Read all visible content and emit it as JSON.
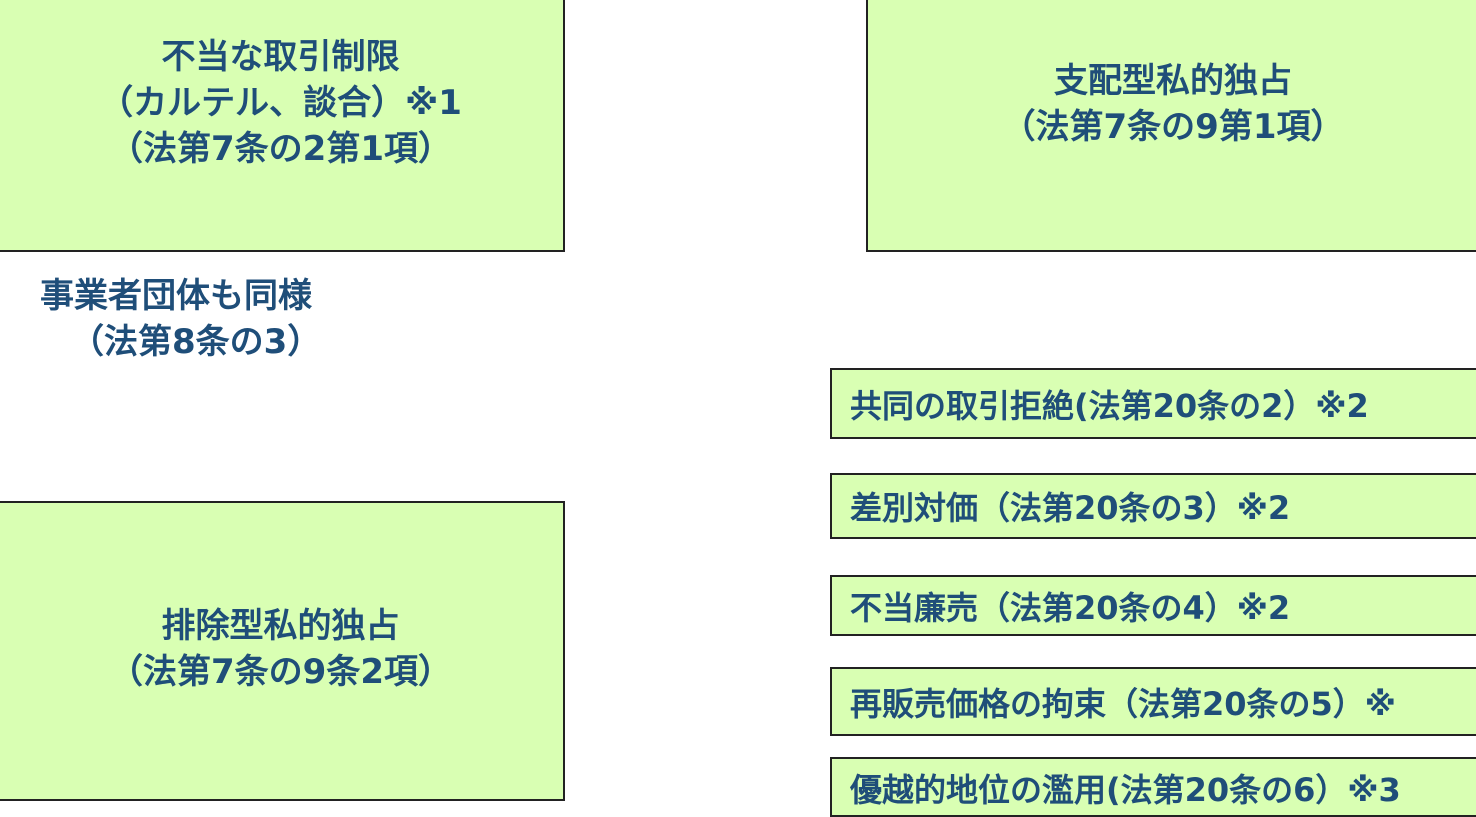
{
  "cartel_box": {
    "line1": "不当な取引制限",
    "line2": "（カルテル、談合）※1",
    "line3": "（法第7条の2第1項）"
  },
  "control_box": {
    "line1": "支配型私的独占",
    "line2": "（法第7条の9第1項）"
  },
  "association_note": {
    "line1": "事業者団体も同様",
    "line2": "（法第8条の3）"
  },
  "exclusion_box": {
    "line1": "排除型私的独占",
    "line2": "（法第7条の9条2項）"
  },
  "unfair_practices": [
    {
      "label": "共同の取引拒絶(法第20条の2）※2"
    },
    {
      "label": "差別対価（法第20条の3）※2"
    },
    {
      "label": "不当廉売（法第20条の4）※2"
    },
    {
      "label": "再販売価格の拘束（法第20条の5）※"
    },
    {
      "label": "優越的地位の濫用(法第20条の6）※3"
    }
  ]
}
